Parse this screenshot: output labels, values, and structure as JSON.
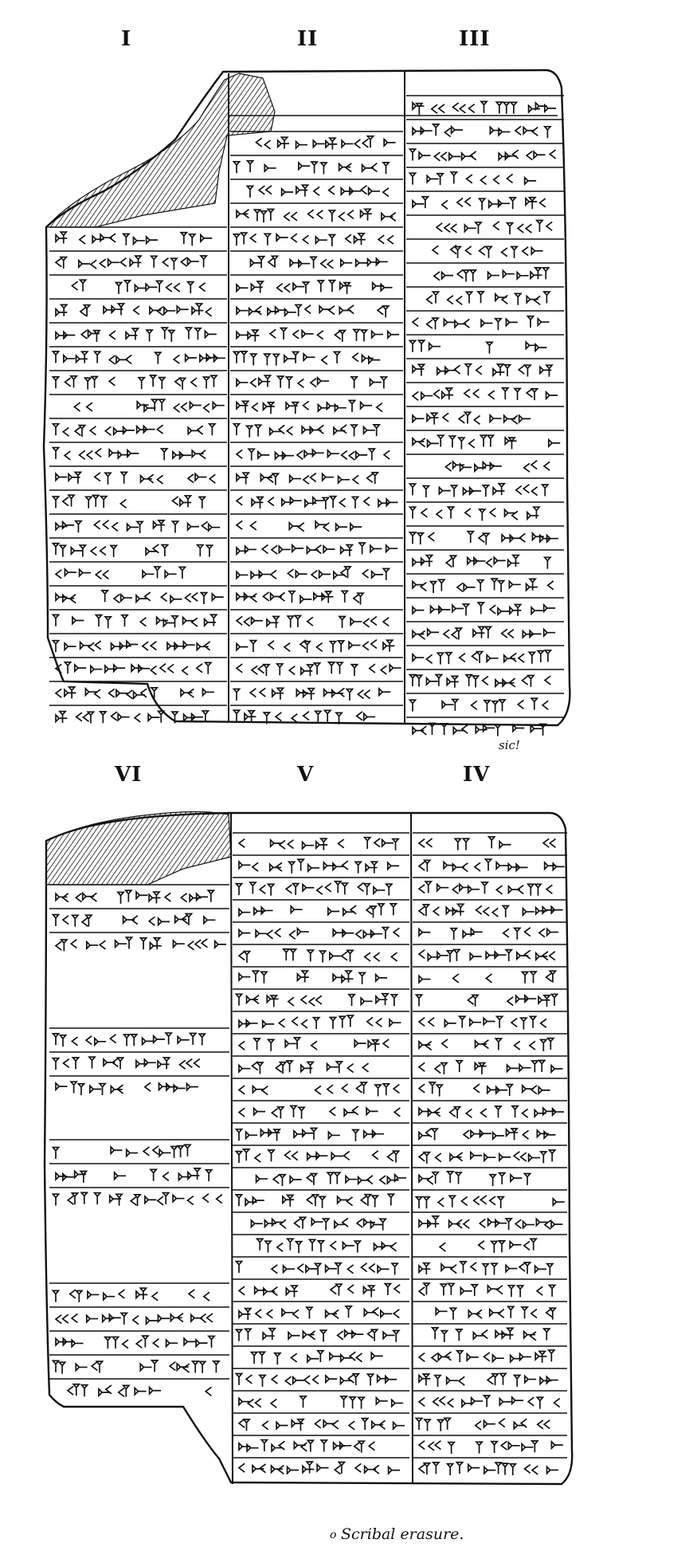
{
  "figure": {
    "obverse": {
      "column_labels": [
        "I",
        "II",
        "III"
      ]
    },
    "reverse": {
      "column_labels": [
        "VI",
        "V",
        "IV"
      ]
    },
    "notes": {
      "sic": "sic!",
      "erasure_mark": "o",
      "erasure": "Scribal erasure."
    },
    "colors": {
      "ink": "#111111",
      "paper": "#ffffff"
    }
  }
}
